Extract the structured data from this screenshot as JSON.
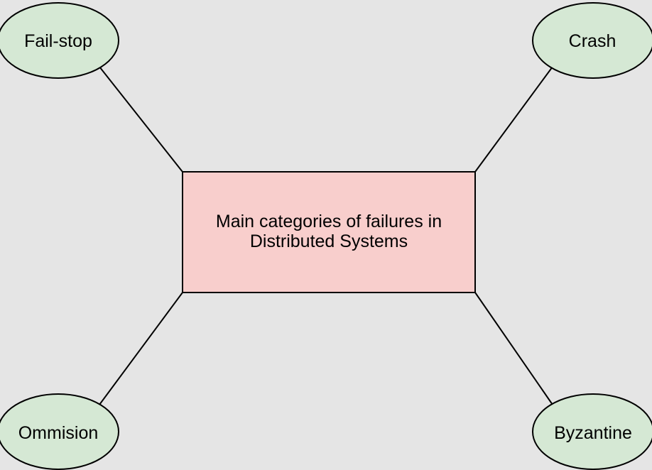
{
  "diagram": {
    "background_color": "#e5e5e5",
    "palette": {
      "node_fill": "#d5e8d4",
      "node_stroke": "#000000",
      "center_fill": "#f8cecc",
      "center_stroke": "#000000",
      "connector_color": "#000000",
      "text_color": "#000000"
    },
    "center_node": {
      "label": "Main categories of failures in Distributed Systems",
      "label_line1": "Main categories of failures in",
      "label_line2": "Distributed Systems"
    },
    "nodes": [
      {
        "label": "Fail-stop",
        "position": "top-left"
      },
      {
        "label": "Crash",
        "position": "top-right"
      },
      {
        "label": "Ommision",
        "position": "bottom-left"
      },
      {
        "label": "Byzantine",
        "position": "bottom-right"
      }
    ],
    "connectors": [
      {
        "from": "Fail-stop",
        "to": "center"
      },
      {
        "from": "Crash",
        "to": "center"
      },
      {
        "from": "Ommision",
        "to": "center"
      },
      {
        "from": "Byzantine",
        "to": "center"
      }
    ]
  }
}
